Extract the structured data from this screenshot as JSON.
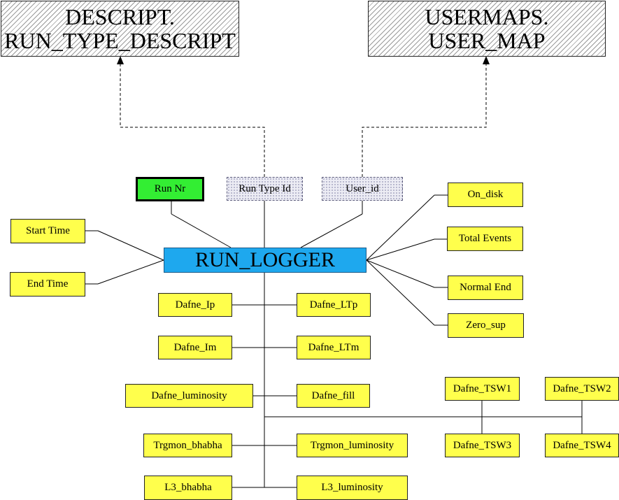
{
  "referenced_tables": {
    "descript": {
      "line1": "DESCRIPT.",
      "line2": "RUN_TYPE_DESCRIPT"
    },
    "usermaps": {
      "line1": "USERMAPS.",
      "line2": "USER_MAP"
    }
  },
  "central_table": "RUN_LOGGER",
  "key_fields": {
    "run_nr": "Run Nr",
    "run_type_id": "Run Type Id",
    "user_id": "User_id"
  },
  "left_fields": {
    "start_time": "Start Time",
    "end_time": "End Time"
  },
  "right_fields": {
    "on_disk": "On_disk",
    "total_events": "Total Events",
    "normal_end": "Normal End",
    "zero_sup": "Zero_sup"
  },
  "bottom_fields": {
    "dafne_ip": "Dafne_Ip",
    "dafne_ltp": "Dafne_LTp",
    "dafne_im": "Dafne_Im",
    "dafne_ltm": "Dafne_LTm",
    "dafne_luminosity": "Dafne_luminosity",
    "dafne_fill": "Dafne_fill",
    "trgmon_bhabha": "Trgmon_bhabha",
    "trgmon_luminosity": "Trgmon_luminosity",
    "l3_bhabha": "L3_bhabha",
    "l3_luminosity": "L3_luminosity"
  },
  "tsw_fields": {
    "tsw1": "Dafne_TSW1",
    "tsw2": "Dafne_TSW2",
    "tsw3": "Dafne_TSW3",
    "tsw4": "Dafne_TSW4"
  },
  "colors": {
    "field": "#ffff4c",
    "primary_key": "#33ee33",
    "central": "#1ea8ee",
    "foreign_key": "#ececf4"
  }
}
